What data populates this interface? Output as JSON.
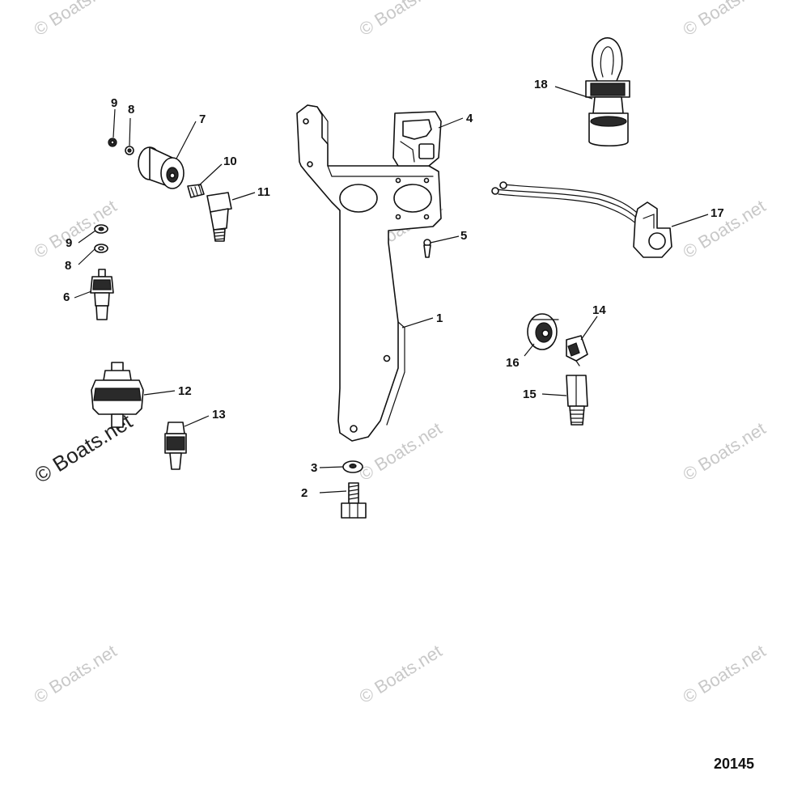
{
  "callouts": {
    "c1": "1",
    "c2": "2",
    "c3": "3",
    "c4": "4",
    "c5": "5",
    "c6": "6",
    "c7": "7",
    "c8a": "8",
    "c8b": "8",
    "c9a": "9",
    "c9b": "9",
    "c10": "10",
    "c11": "11",
    "c12": "12",
    "c13": "13",
    "c14": "14",
    "c15": "15",
    "c16": "16",
    "c17": "17",
    "c18": "18"
  },
  "watermark": "© Boats.net",
  "diagram_id": "20145"
}
